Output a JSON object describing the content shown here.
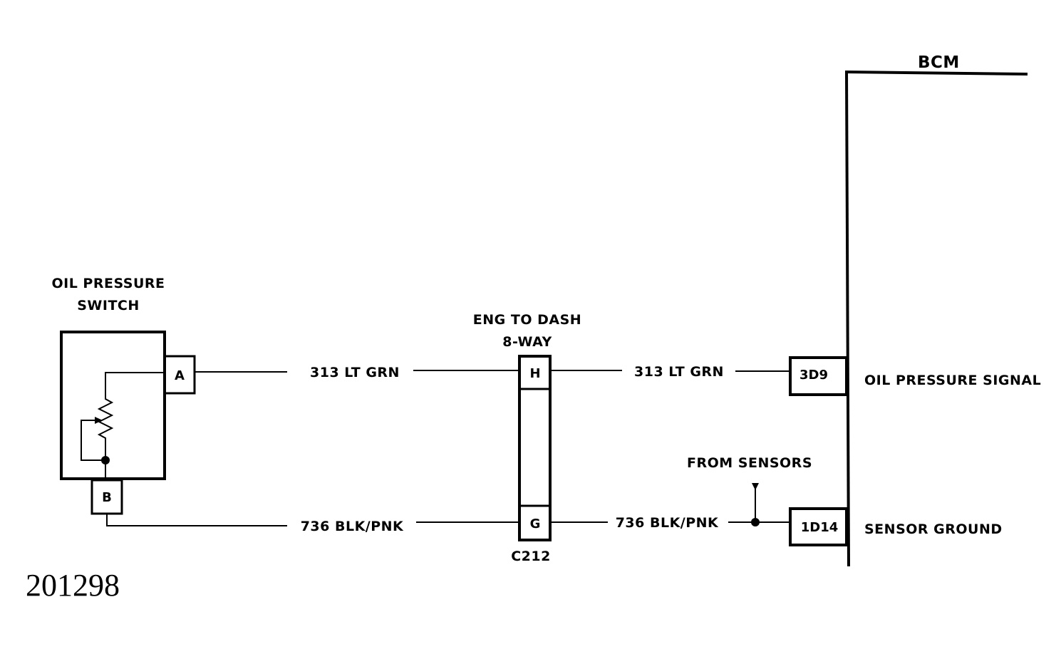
{
  "bcm": {
    "title": "BCM"
  },
  "switch": {
    "title_line1": "OIL PRESSURE",
    "title_line2": "SWITCH",
    "pin_a": "A",
    "pin_b": "B"
  },
  "connector": {
    "title_line1": "ENG TO DASH",
    "title_line2": "8-WAY",
    "pin_h": "H",
    "pin_g": "G",
    "id": "C212"
  },
  "wires": {
    "top_left": "313 LT GRN",
    "top_right": "313 LT GRN",
    "bottom_left": "736 BLK/PNK",
    "bottom_right": "736 BLK/PNK"
  },
  "bcm_pins": {
    "signal_pin": "3D9",
    "signal_label": "OIL PRESSURE SIGNAL",
    "ground_pin": "1D14",
    "ground_label": "SENSOR GROUND"
  },
  "from_sensors": "FROM SENSORS",
  "figure_number": "201298"
}
